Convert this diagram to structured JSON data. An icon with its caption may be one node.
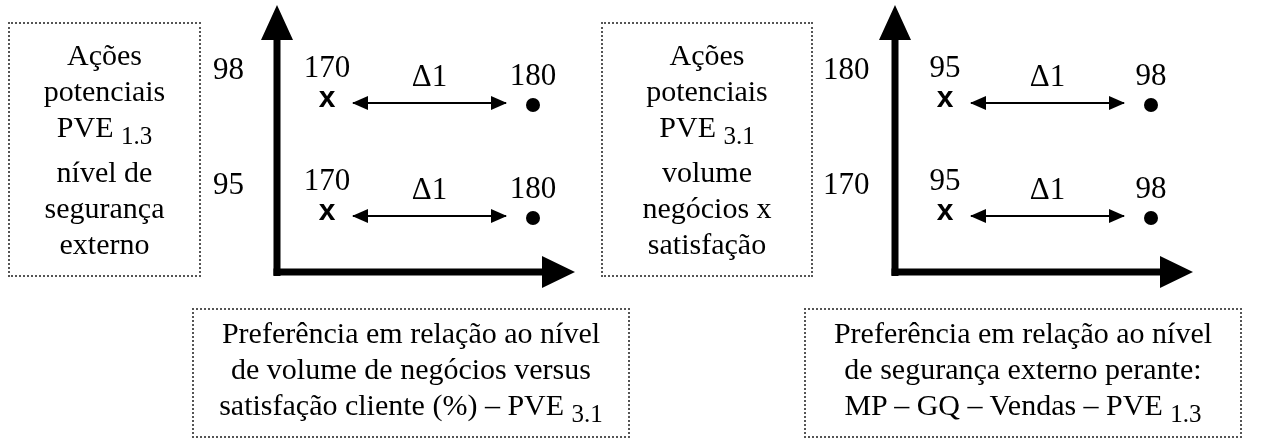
{
  "diagram": {
    "nodes": [
      {
        "text": [
          "Ações potenciais PVE $_{1.3}$ nível de segurança externo"
        ]
      },
      {
        "text": [
          "x"
        ],
        "beside": [
          "170"
        ]
      },
      {
        "text": [],
        "shape": "circle",
        "beside": [
          "180"
        ]
      },
      {
        "text": [
          "x"
        ],
        "beside": [
          "170"
        ]
      },
      {
        "text": [],
        "shape": "circle",
        "beside": [
          "180"
        ]
      },
      {
        "text": [
          "Ações potenciais PVE $_{3.1}$ volume negócios x satisfação"
        ]
      },
      {
        "text": [
          "x"
        ],
        "beside": [
          "95"
        ]
      },
      {
        "text": [],
        "shape": "circle",
        "beside": [
          "98"
        ]
      },
      {
        "text": [
          "x"
        ],
        "beside": [
          "95"
        ]
      },
      {
        "text": [],
        "shape": "circle",
        "beside": [
          "98"
        ]
      },
      {
        "text": [
          "Preferência em relação ao nível de volume de negócios versus satisfação cliente (%) – PVE $_{3.1}$"
        ]
      },
      {
        "text": [
          "Preferência em relação ao nível de segurança externo perante: MP – GQ – Vendas – PVE $_{1.3}$"
        ]
      }
    ],
    "edges": [
      {
        "from": 1,
        "to": 2,
        "arrow": "both",
        "label": "Δ1"
      },
      {
        "from": 3,
        "to": 4,
        "arrow": "both",
        "label": "Δ1"
      },
      {
        "from": 6,
        "to": 7,
        "arrow": "both",
        "label": "Δ1"
      },
      {
        "from": 8,
        "to": 9,
        "arrow": "both",
        "label": "Δ1"
      }
    ],
    "labels": [
      "98",
      "180",
      "95",
      "170"
    ]
  }
}
